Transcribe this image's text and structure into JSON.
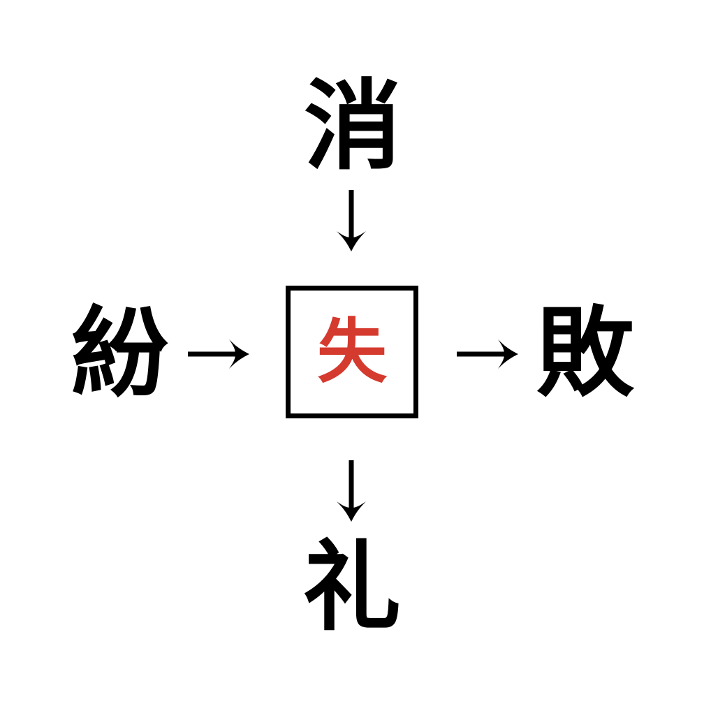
{
  "puzzle": {
    "center_char": "失",
    "top_char": "消",
    "left_char": "紛",
    "right_char": "敗",
    "bottom_char": "礼"
  },
  "icons": {
    "down_arrow": "down-arrow",
    "right_arrow": "right-arrow"
  },
  "colors": {
    "background": "#ffffff",
    "text": "#000000",
    "center_char": "#d53a2e",
    "box_border": "#000000",
    "arrow": "#000000"
  }
}
